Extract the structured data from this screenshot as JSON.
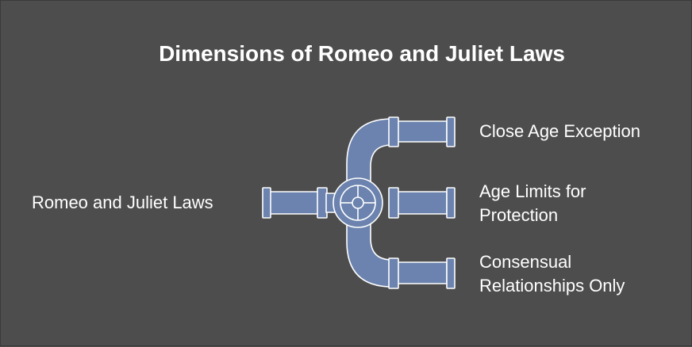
{
  "title": "Dimensions of Romeo and Juliet Laws",
  "source": {
    "label": "Romeo and Juliet Laws"
  },
  "branches": [
    {
      "label": "Close Age Exception"
    },
    {
      "label": "Age Limits for\nProtection"
    },
    {
      "label": "Consensual\nRelationships Only"
    }
  ],
  "colors": {
    "background": "#4d4d4d",
    "pipe_fill": "#6b83ae",
    "pipe_stroke": "#ffffff",
    "text": "#ffffff"
  },
  "icons": {
    "valve": "valve-wheel-icon"
  }
}
